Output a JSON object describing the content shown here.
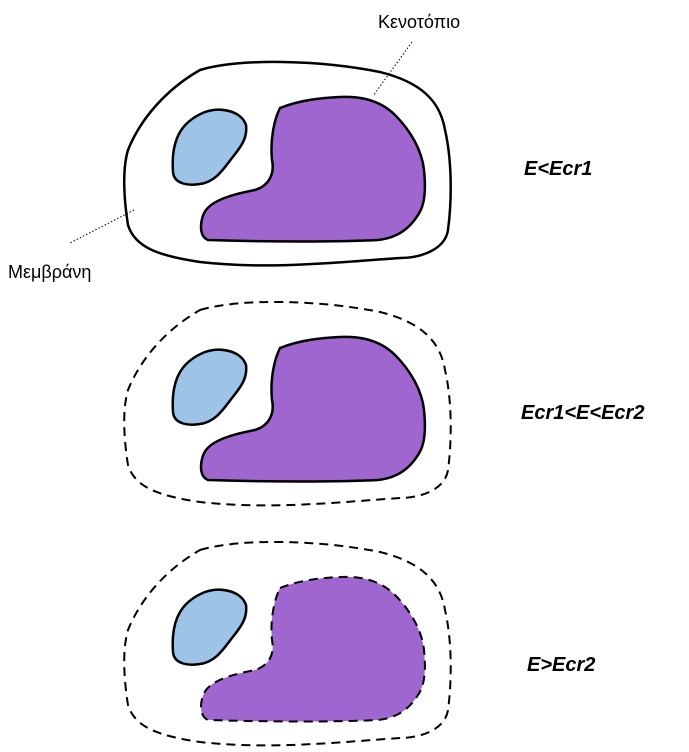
{
  "labels": {
    "vacancy": "Κενοτόπιο",
    "membrane": "Μεμβράνη"
  },
  "stages": [
    {
      "condition": "E<Ecr1",
      "membrane_line": "solid",
      "vacancy_line": "solid"
    },
    {
      "condition": "Ecr1<E<Ecr2",
      "membrane_line": "dashed",
      "vacancy_line": "solid"
    },
    {
      "condition": "E>Ecr2",
      "membrane_line": "dashed",
      "vacancy_line": "dashed"
    }
  ],
  "colors": {
    "vacancy_fill": "#a066cf",
    "small_region_fill": "#9dc3e6",
    "membrane_fill": "#ffffff",
    "outline": "#000000"
  }
}
